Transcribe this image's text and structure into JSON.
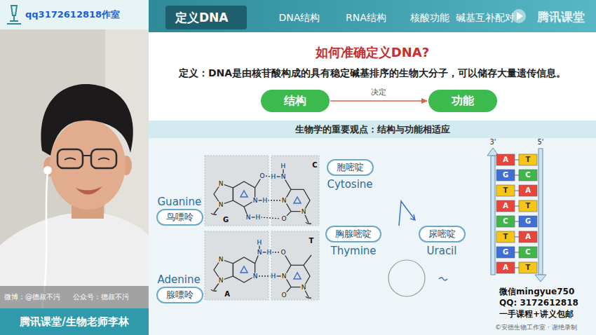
{
  "diagram": {
    "title": "如何准确定义DNA?",
    "nodes": [
      {
        "text": [
          "结构"
        ]
      },
      {
        "text": [
          "功能"
        ]
      },
      {
        "text": [
          "胞嘧啶",
          "Cytosine"
        ]
      },
      {
        "text": [
          "Guanine",
          "鸟嘌呤"
        ]
      },
      {
        "text": [
          "胸腺嘧啶",
          "Thymine"
        ]
      },
      {
        "text": [
          "尿嘧啶",
          "Uracil"
        ]
      },
      {
        "text": [
          "Adenine",
          "腺嘌呤"
        ]
      }
    ],
    "edges": [
      {
        "from": 0,
        "to": 1,
        "label": "决定",
        "arrow": "to"
      }
    ],
    "labels": [
      "qq3172612818作室",
      "定义DNA",
      "DNA结构",
      "RNA结构",
      "核酸功能",
      "碱基互补配对",
      "腾讯课堂",
      "定义：DNA是由核苷酸构成的具有稳定碱基排序的生物大分子，可以储存大量遗传信息。",
      "生物学的重要观点：结构与功能相适应",
      "G",
      "C",
      "T",
      "A",
      "3'",
      "5'",
      "A",
      "T",
      "G",
      "C",
      "T",
      "A",
      "A",
      "T",
      "C",
      "G",
      "T",
      "A",
      "G",
      "C",
      "A",
      "T",
      "微博：@德叔不污",
      "公众号：德叔不污",
      "腾讯课堂/生物老师李林",
      "微信mingyue750",
      "QQ: 3172612818",
      "一手课程+讲义包邮",
      "©安德生物工作室 · 谢绝录制",
      "N",
      "N",
      "O",
      "N",
      "H",
      "N",
      "H",
      "H",
      "N",
      "H",
      "N",
      "O",
      "N",
      "N",
      "N",
      "N",
      "H",
      "H",
      "N",
      "O",
      "H",
      "N",
      "O",
      "N"
    ]
  }
}
